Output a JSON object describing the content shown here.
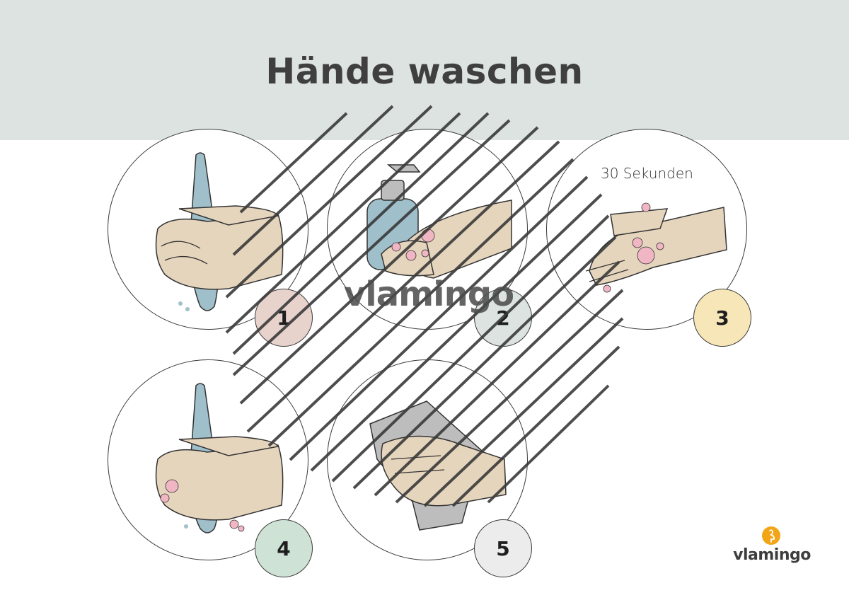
{
  "title": "Hände waschen",
  "colors": {
    "header_band": "#dce3e1",
    "skin": "#e6d5bd",
    "water": "#9fbfca",
    "soap_bubbles": "#f1b6c4",
    "brand_orange": "#f2a516"
  },
  "steps": [
    {
      "number": "1",
      "caption": "",
      "badge_color": "#e8d3cc",
      "icon": "rinse-hands-icon"
    },
    {
      "number": "2",
      "caption": "",
      "badge_color": "#dce3e1",
      "icon": "soap-dispenser-icon"
    },
    {
      "number": "3",
      "caption": "30 Sekunden",
      "badge_color": "#f7e6b8",
      "icon": "scrub-hands-icon"
    },
    {
      "number": "4",
      "caption": "",
      "badge_color": "#cfe2d6",
      "icon": "rinse-soap-icon"
    },
    {
      "number": "5",
      "caption": "",
      "badge_color": "#ececec",
      "icon": "towel-dry-icon"
    }
  ],
  "watermark": {
    "text": "vlamingo"
  },
  "brand": {
    "name": "vlamingo",
    "icon": "flamingo-icon"
  }
}
